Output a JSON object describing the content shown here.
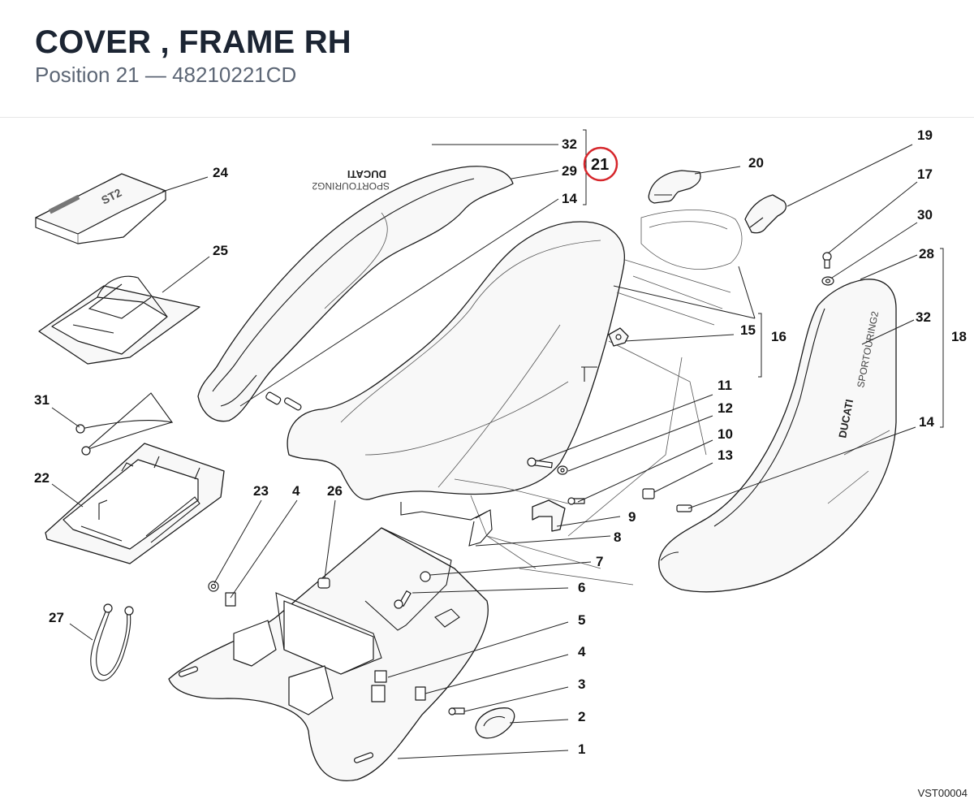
{
  "header": {
    "title": "COVER , FRAME RH",
    "subtitle": "Position 21 — 48210221CD"
  },
  "highlight": {
    "position": "21",
    "color": "#d6262b"
  },
  "callouts": {
    "n1": "1",
    "n2": "2",
    "n3": "3",
    "n4a": "4",
    "n4b": "4",
    "n5": "5",
    "n6": "6",
    "n7": "7",
    "n8": "8",
    "n9": "9",
    "n10": "10",
    "n11": "11",
    "n12": "12",
    "n13": "13",
    "n14a": "14",
    "n14b": "14",
    "n15": "15",
    "n16": "16",
    "n17": "17",
    "n18": "18",
    "n19": "19",
    "n20": "20",
    "n21": "21",
    "n22": "22",
    "n23": "23",
    "n24": "24",
    "n25": "25",
    "n26": "26",
    "n27": "27",
    "n28": "28",
    "n29": "29",
    "n30": "30",
    "n31": "31",
    "n32a": "32",
    "n32b": "32"
  },
  "decals": {
    "left_brand": "DUCATI",
    "left_model": "SPORTOURING2",
    "right_brand": "DUCATI",
    "right_model": "SPORTOURING2"
  },
  "reference": "VST00004"
}
